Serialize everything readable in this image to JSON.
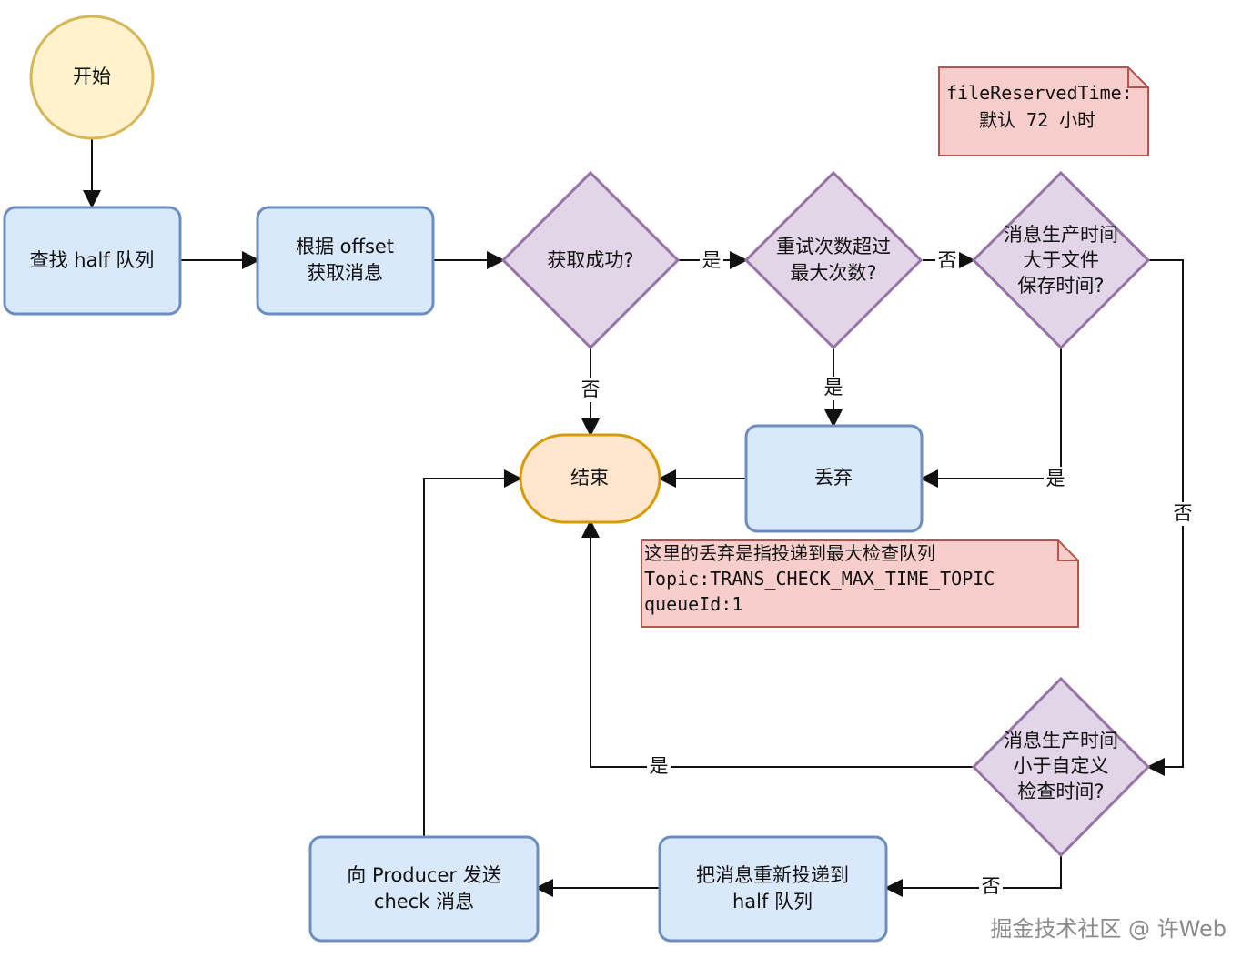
{
  "nodes": {
    "start": {
      "label": "开始"
    },
    "find_half_queue": {
      "label": "查找 half 队列"
    },
    "fetch_by_offset": {
      "lines": [
        "根据 offset",
        "获取消息"
      ]
    },
    "fetch_success": {
      "label": "获取成功?"
    },
    "retry_exceeded": {
      "lines": [
        "重试次数超过",
        "最大次数?"
      ]
    },
    "produce_time_gt_file": {
      "lines": [
        "消息生产时间",
        "大于文件",
        "保存时间?"
      ]
    },
    "discard": {
      "label": "丢弃"
    },
    "end": {
      "label": "结束"
    },
    "produce_time_lt_custom": {
      "lines": [
        "消息生产时间",
        "小于自定义",
        "检查时间?"
      ]
    },
    "requeue_half": {
      "lines": [
        "把消息重新投递到",
        "half 队列"
      ]
    },
    "send_check": {
      "lines": [
        "向 Producer 发送",
        "check 消息"
      ]
    }
  },
  "notes": {
    "file_reserved": {
      "lines": [
        "fileReservedTime:",
        "默认 72 小时"
      ]
    },
    "discard_note": {
      "lines": [
        "这里的丢弃是指投递到最大检查队列",
        "Topic:TRANS_CHECK_MAX_TIME_TOPIC",
        "queueId:1"
      ]
    }
  },
  "edge_labels": {
    "yes": "是",
    "no": "否"
  },
  "watermark": "掘金技术社区 @ 许Web",
  "colors": {
    "blue_fill": "#dae8fc",
    "blue_stroke": "#6c8ebf",
    "purple_fill": "#e1d5e7",
    "purple_stroke": "#9673a6",
    "yellow_fill": "#fff2cc",
    "yellow_stroke": "#d6b656",
    "orange_fill": "#ffe6cc",
    "orange_stroke": "#d79b00",
    "note_fill": "#f8cecc",
    "note_stroke": "#b85450"
  }
}
